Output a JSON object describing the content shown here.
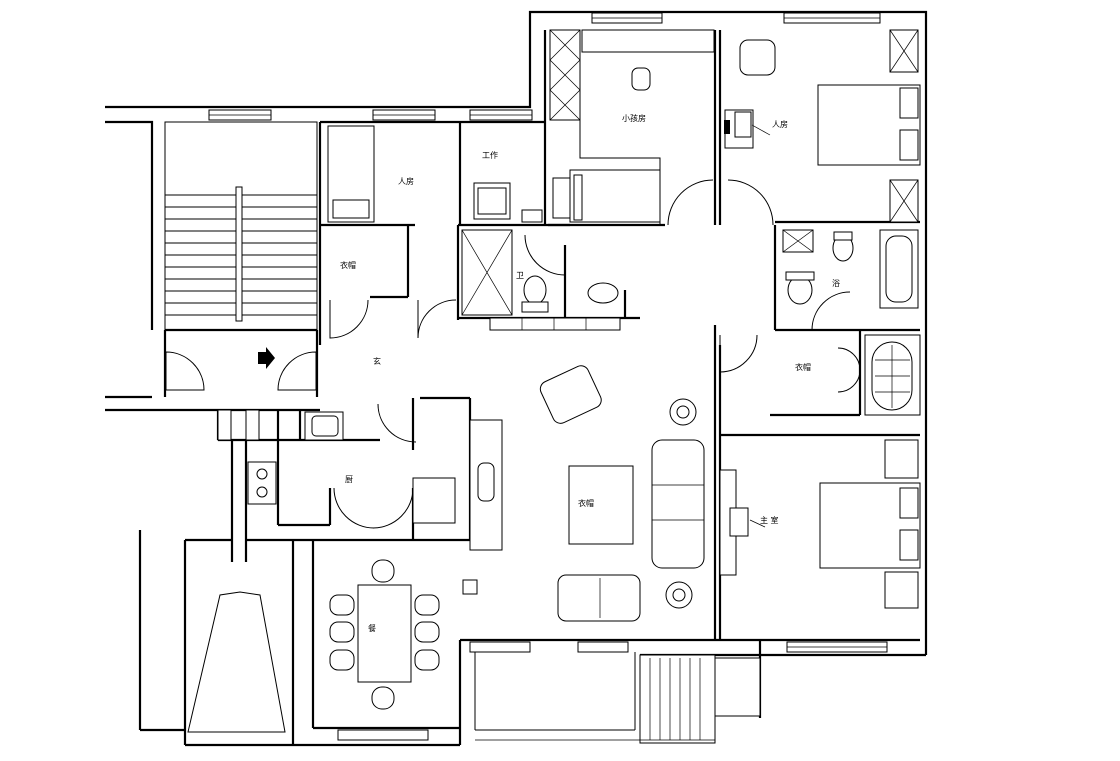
{
  "rooms": {
    "children_room": "小孩房",
    "bedroom_mid": "人房",
    "bedroom_ne": "人房",
    "study": "工作",
    "closet_left": "衣帽",
    "bath_small": "卫",
    "foyer": "玄",
    "kitchen": "厨",
    "living": "衣帽",
    "dining": "餐",
    "master_bath": "浴",
    "walk_in": "衣帽",
    "master": "主 室"
  },
  "colors": {
    "line": "#000000",
    "background": "#ffffff"
  }
}
